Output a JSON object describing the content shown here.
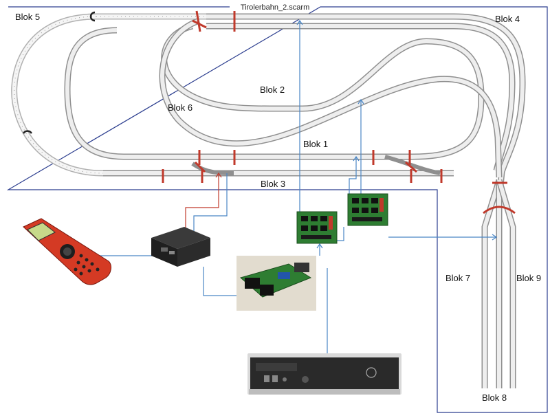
{
  "title": "Tirolerbahn_2.scarm",
  "blocks": {
    "b1": "Blok 1",
    "b2": "Blok 2",
    "b3": "Blok 3",
    "b4": "Blok 4",
    "b5": "Blok 5",
    "b6": "Blok 6",
    "b7": "Blok 7",
    "b8": "Blok 8",
    "b9": "Blok 9"
  },
  "colors": {
    "frame": "#2c3e8f",
    "wire_blue": "#4a86c5",
    "wire_red": "#c0392b",
    "track": "#9a9a9a",
    "track_dark": "#555555",
    "marker": "#c0392b",
    "throttle": "#d43a24",
    "board": "#2e7d32"
  },
  "devices": {
    "throttle": "handheld-throttle",
    "command_station": "command-station",
    "interface_board": "interface-board",
    "feedback_1": "feedback-module-1",
    "feedback_2": "feedback-module-2",
    "computer": "desktop-computer"
  }
}
